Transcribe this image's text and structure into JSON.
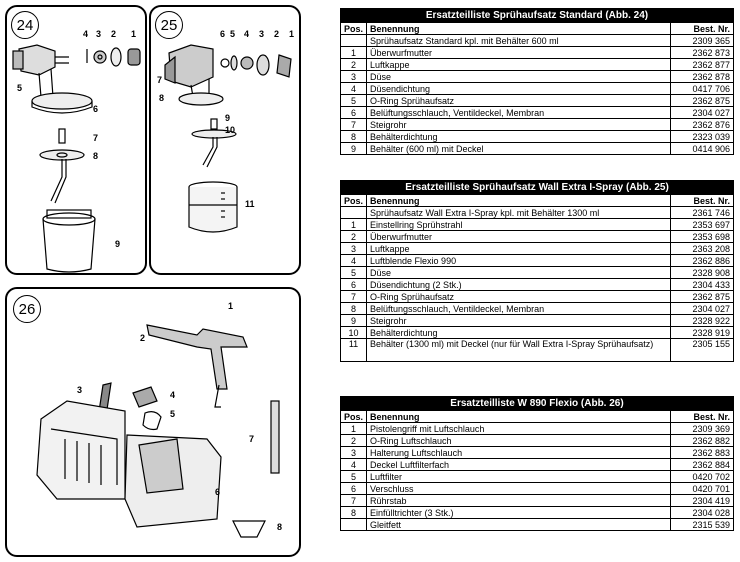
{
  "figures": {
    "fig24": {
      "badge": "24",
      "callouts": [
        "4",
        "3",
        "2",
        "1",
        "5",
        "6",
        "7",
        "8",
        "9"
      ]
    },
    "fig25": {
      "badge": "25",
      "callouts": [
        "6",
        "5",
        "4",
        "3",
        "2",
        "1",
        "7",
        "8",
        "9",
        "10",
        "11"
      ]
    },
    "fig26": {
      "badge": "26",
      "callouts": [
        "1",
        "2",
        "3",
        "4",
        "5",
        "6",
        "7",
        "8"
      ]
    }
  },
  "tables": [
    {
      "title": "Ersatzteilliste Sprühaufsatz Standard (Abb. 24)",
      "headers": [
        "Pos.",
        "Benennung",
        "Best. Nr."
      ],
      "rows": [
        {
          "pos": "",
          "name": "Sprühaufsatz Standard kpl. mit Behälter 600 ml",
          "nr": "2309 365"
        },
        {
          "pos": "1",
          "name": "Überwurfmutter",
          "nr": "2362 873"
        },
        {
          "pos": "2",
          "name": "Luftkappe",
          "nr": "2362 877"
        },
        {
          "pos": "3",
          "name": "Düse",
          "nr": "2362 878"
        },
        {
          "pos": "4",
          "name": "Düsendichtung",
          "nr": "0417 706"
        },
        {
          "pos": "5",
          "name": "O-Ring Sprühaufsatz",
          "nr": "2362 875"
        },
        {
          "pos": "6",
          "name": "Belüftungsschlauch, Ventildeckel, Membran",
          "nr": "2304 027"
        },
        {
          "pos": "7",
          "name": "Steigrohr",
          "nr": "2362 876"
        },
        {
          "pos": "8",
          "name": "Behälterdichtung",
          "nr": "2323 039"
        },
        {
          "pos": "9",
          "name": "Behälter (600 ml) mit Deckel",
          "nr": "0414 906"
        }
      ]
    },
    {
      "title": "Ersatzteilliste Sprühaufsatz Wall Extra I-Spray (Abb. 25)",
      "headers": [
        "Pos.",
        "Benennung",
        "Best. Nr."
      ],
      "rows": [
        {
          "pos": "",
          "name": "Sprühaufsatz Wall Extra I-Spray kpl. mit Behälter 1300 ml",
          "nr": "2361 746"
        },
        {
          "pos": "1",
          "name": "Einstellring Sprühstrahl",
          "nr": "2353 697"
        },
        {
          "pos": "2",
          "name": "Überwurfmutter",
          "nr": "2353 698"
        },
        {
          "pos": "3",
          "name": "Luftkappe",
          "nr": "2363 208"
        },
        {
          "pos": "4",
          "name": "Luftblende Flexio 990",
          "nr": "2362 886"
        },
        {
          "pos": "5",
          "name": "Düse",
          "nr": "2328 908"
        },
        {
          "pos": "6",
          "name": "Düsendichtung (2 Stk.)",
          "nr": "2304 433"
        },
        {
          "pos": "7",
          "name": "O-Ring Sprühaufsatz",
          "nr": "2362 875"
        },
        {
          "pos": "8",
          "name": "Belüftungsschlauch, Ventildeckel, Membran",
          "nr": "2304 027"
        },
        {
          "pos": "9",
          "name": "Steigrohr",
          "nr": "2328 922"
        },
        {
          "pos": "10",
          "name": "Behälterdichtung",
          "nr": "2328 919"
        },
        {
          "pos": "11",
          "name": "Behälter (1300 ml) mit Deckel (nur für Wall Extra I-Spray Sprühaufsatz)",
          "nr": "2305 155"
        }
      ]
    },
    {
      "title": "Ersatzteilliste W 890 Flexio (Abb. 26)",
      "headers": [
        "Pos.",
        "Benennung",
        "Best. Nr."
      ],
      "rows": [
        {
          "pos": "1",
          "name": "Pistolengriff mit Luftschlauch",
          "nr": "2309 369"
        },
        {
          "pos": "2",
          "name": "O-Ring Luftschlauch",
          "nr": "2362 882"
        },
        {
          "pos": "3",
          "name": "Halterung Luftschlauch",
          "nr": "2362 883"
        },
        {
          "pos": "4",
          "name": "Deckel Luftfilterfach",
          "nr": "2362 884"
        },
        {
          "pos": "5",
          "name": "Luftfilter",
          "nr": "0420 702"
        },
        {
          "pos": "6",
          "name": "Verschluss",
          "nr": "0420 701"
        },
        {
          "pos": "7",
          "name": "Rührstab",
          "nr": "2304 419"
        },
        {
          "pos": "8",
          "name": "Einfülltrichter (3 Stk.)",
          "nr": "2304 028"
        },
        {
          "pos": "",
          "name": "Gleitfett",
          "nr": "2315 539"
        }
      ]
    }
  ]
}
